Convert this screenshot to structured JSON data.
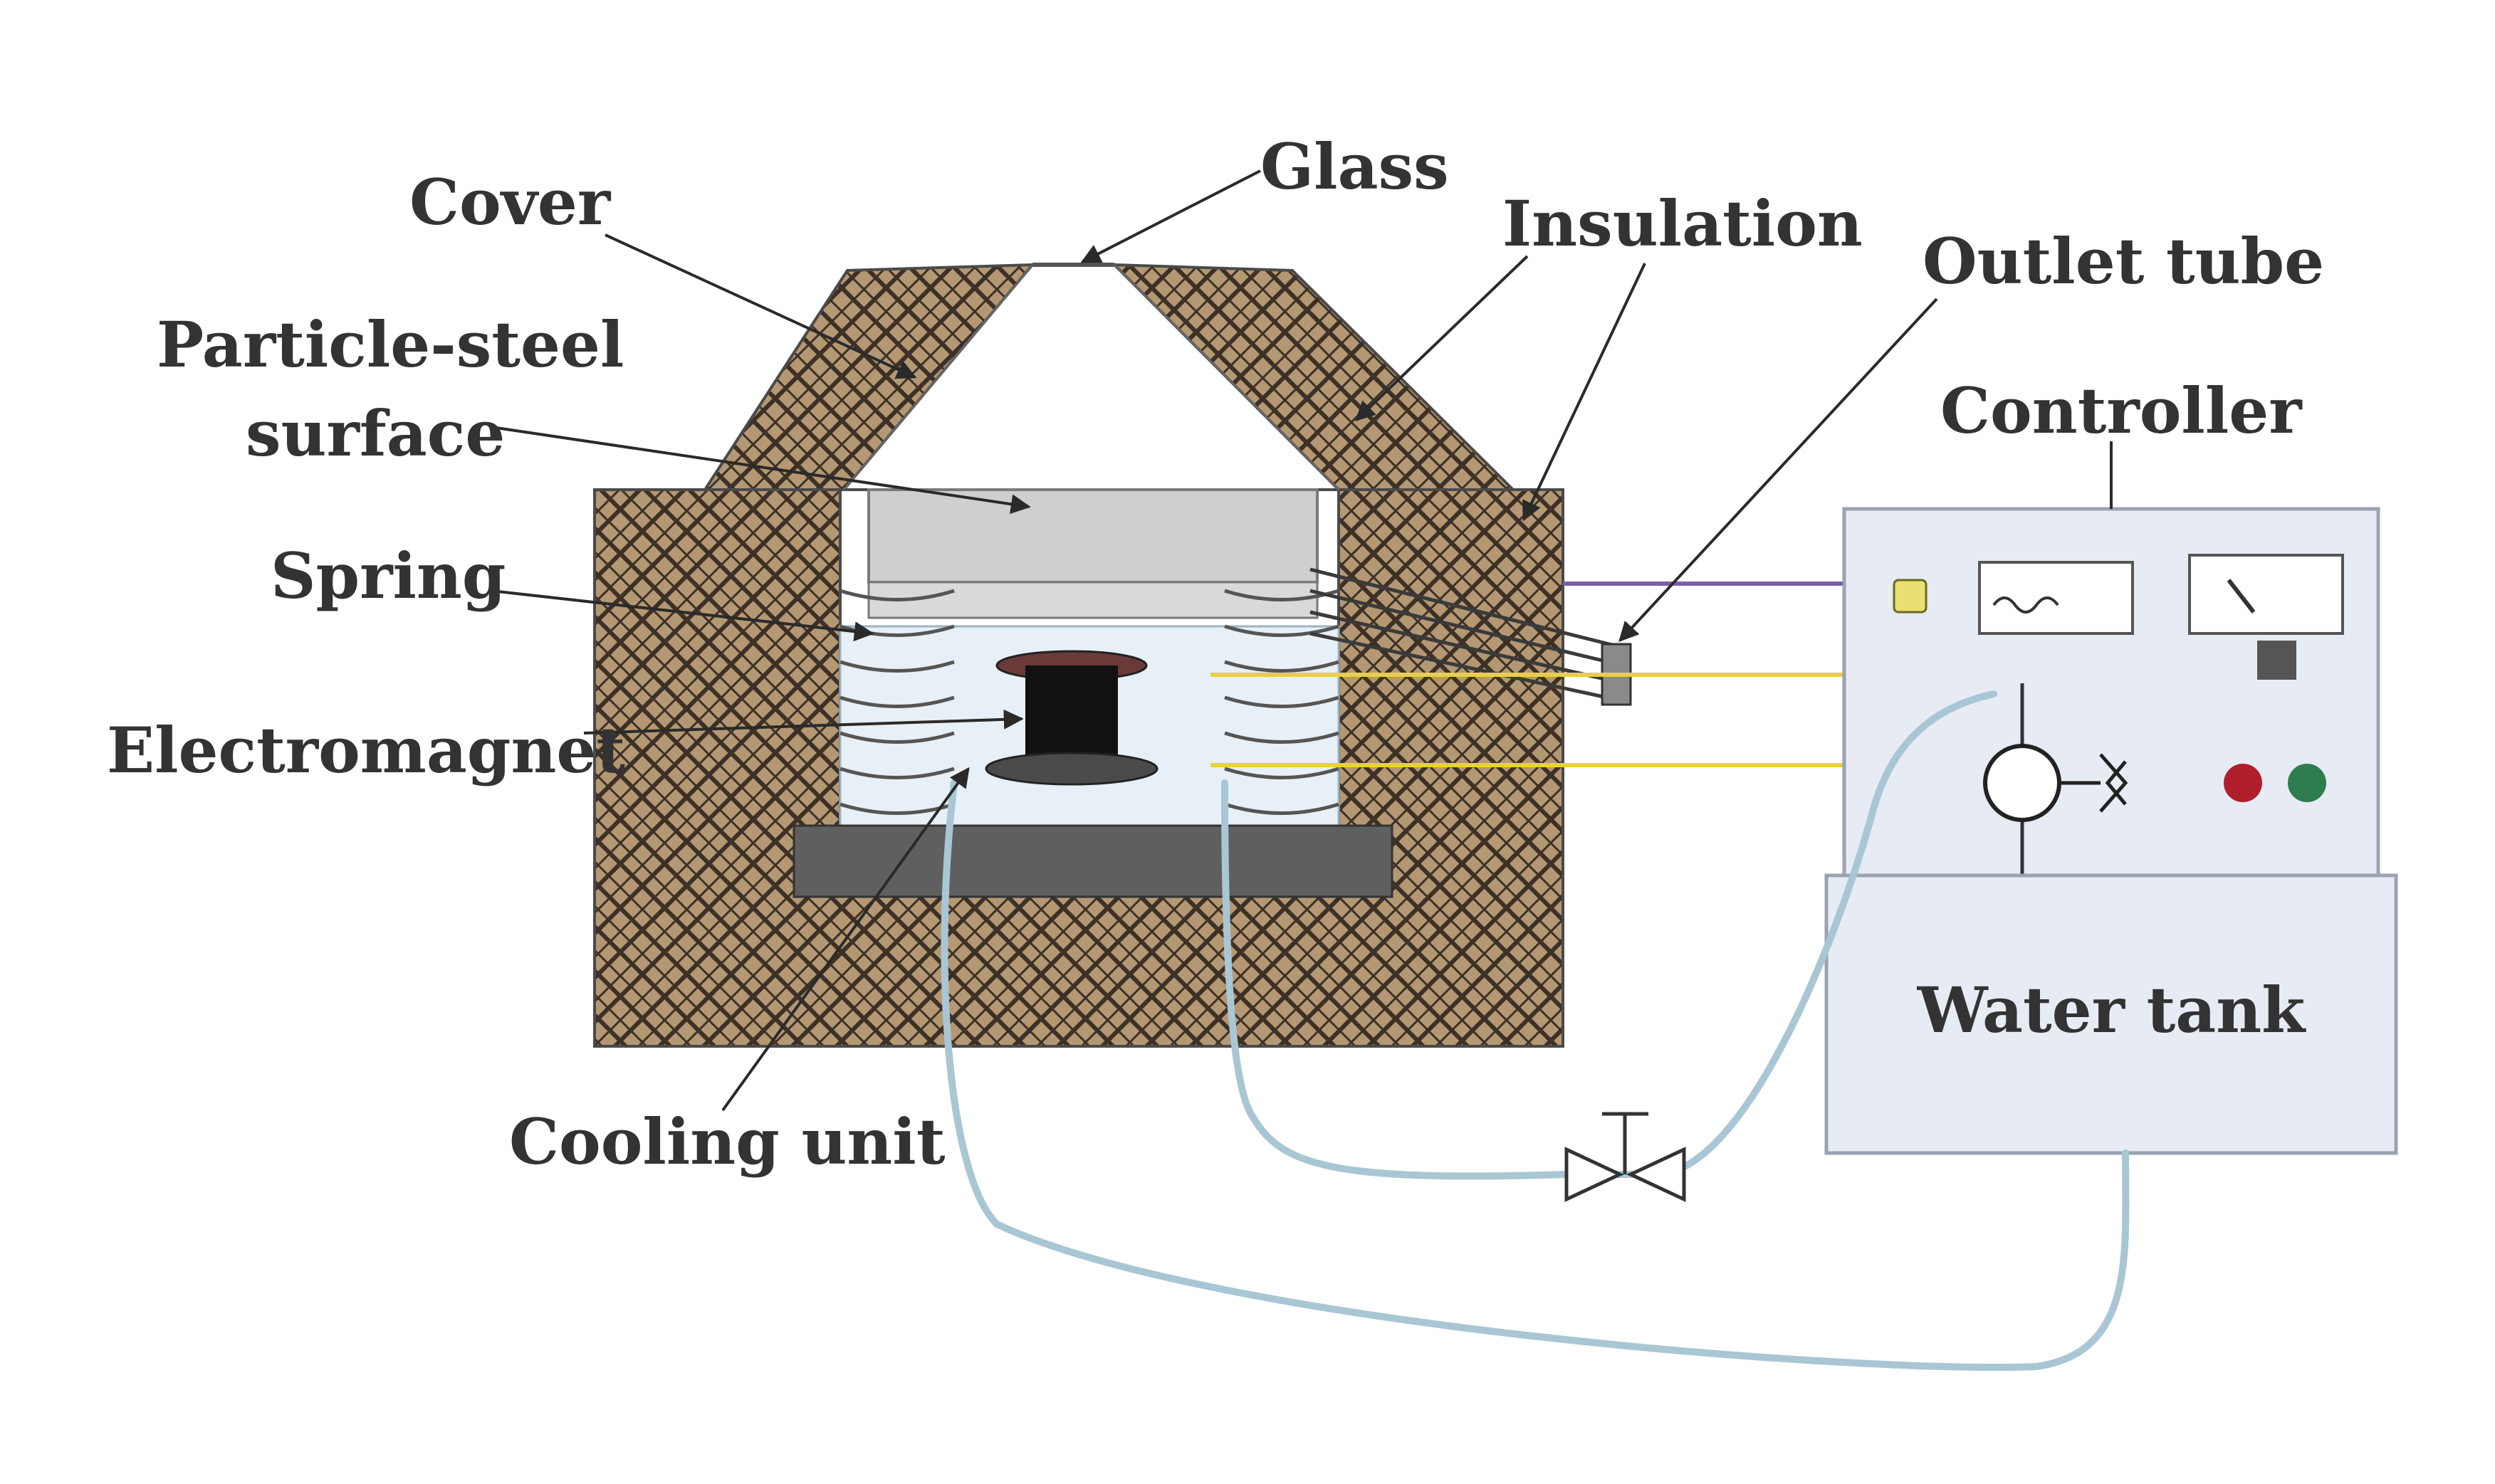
{
  "labels": {
    "cover": "Cover",
    "glass": "Glass",
    "insulation": "Insulation",
    "outlet_tube": "Outlet tube",
    "controller": "Controller",
    "particle_steel_line1": "Particle-steel",
    "particle_steel_line2": "surface",
    "spring": "Spring",
    "electromagnet": "Electromagnet",
    "cooling_unit": "Cooling unit",
    "water_tank": "Water tank"
  },
  "colors": {
    "insulation_fill": "#b39873",
    "insulation_mesh": "#3d3026",
    "plate": "#cfcfcf",
    "base": "#5f5f5f",
    "cooling_fill": "#e6f0f6",
    "controller_fill": "#e7ebf3",
    "tube": "#a9c6d4",
    "wire_yellow": "#e8d040",
    "wire_purple": "#7a5fa6",
    "led_red": "#b01e2c",
    "led_green": "#2f7d4f"
  }
}
